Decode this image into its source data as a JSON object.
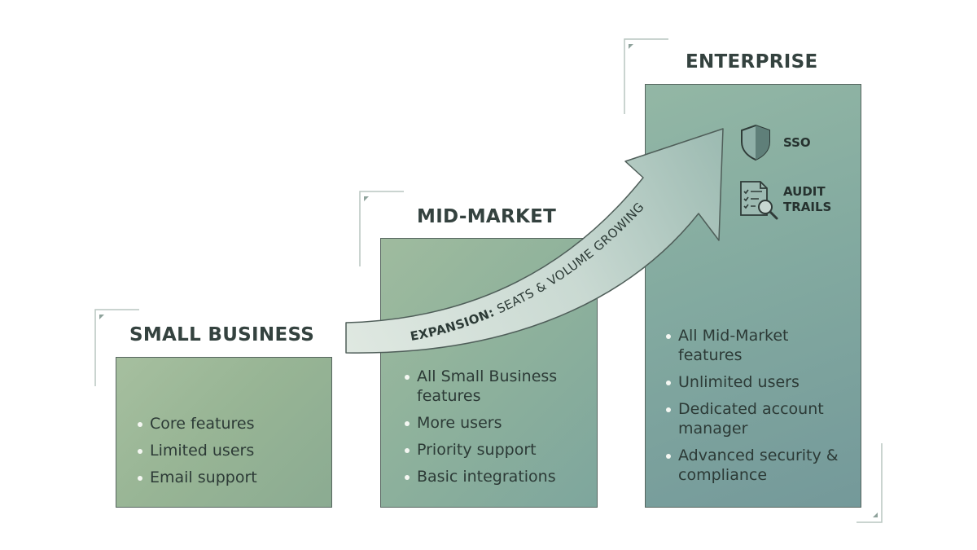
{
  "tiers": [
    {
      "id": "small",
      "title": "SMALL BUSINESS",
      "features": [
        "Core features",
        "Limited users",
        "Email support"
      ]
    },
    {
      "id": "mid",
      "title": "MID-MARKET",
      "features": [
        "All Small Business features",
        "More users",
        "Priority support",
        "Basic integrations"
      ]
    },
    {
      "id": "enterprise",
      "title": "ENTERPRISE",
      "features": [
        "All Mid-Market features",
        "Unlimited users",
        "Dedicated account manager",
        "Advanced security & compliance"
      ],
      "badges": [
        {
          "icon": "shield-icon",
          "label": "SSO"
        },
        {
          "icon": "audit-document-icon",
          "label": "AUDIT TRAILS"
        }
      ]
    }
  ],
  "arrow": {
    "label_bold": "EXPANSION:",
    "label_rest": " SEATS & VOLUME GROWING"
  },
  "colors": {
    "title": "#34423f",
    "border": "#56655f",
    "arrow_start": "#d8e3dc",
    "arrow_end": "#9dbbb2",
    "accent": "#7ea69d"
  }
}
